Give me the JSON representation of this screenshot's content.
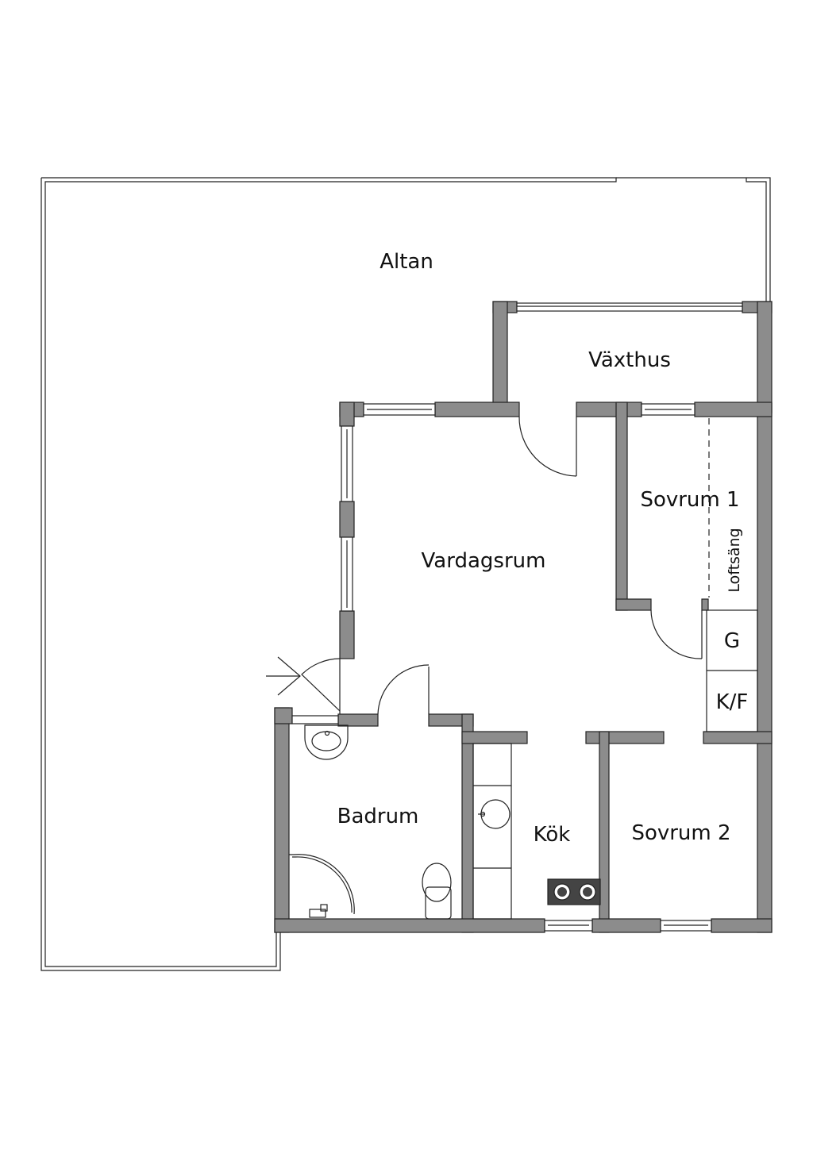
{
  "rooms": {
    "altan": "Altan",
    "vaxthus": "Växthus",
    "vardagsrum": "Vardagsrum",
    "sovrum1": "Sovrum 1",
    "loftsang": "Loftsäng",
    "garderob": "G",
    "kyl_frys": "K/F",
    "badrum": "Badrum",
    "kok": "Kök",
    "sovrum2": "Sovrum 2"
  },
  "colors": {
    "wall_fill": "#8c8c8c",
    "line": "#222222",
    "background": "#ffffff"
  }
}
